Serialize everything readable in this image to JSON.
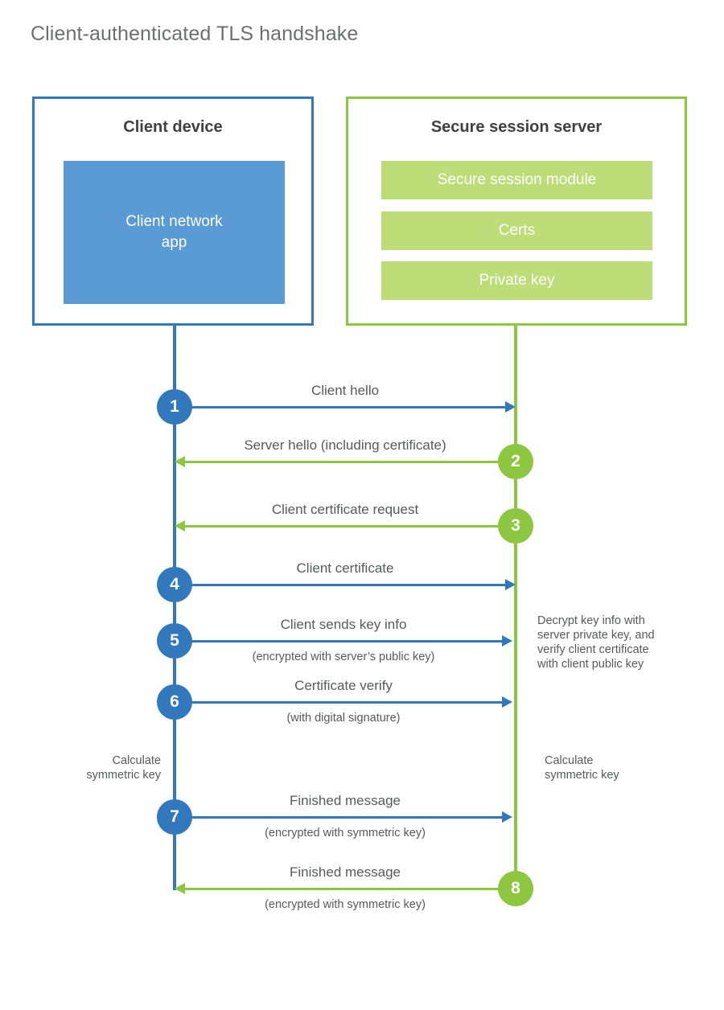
{
  "title": "Client-authenticated TLS handshake",
  "colors": {
    "client_accent": "#3178bd",
    "client_fill": "#5b9bd5",
    "server_accent": "#8dc63f",
    "server_fill": "#bddd78",
    "title_text": "#6d6e71",
    "body_text": "#58595b",
    "background": "#ffffff"
  },
  "client": {
    "title": "Client device",
    "app_label": "Client network\napp"
  },
  "server": {
    "title": "Secure session server",
    "components": [
      "Secure session module",
      "Certs",
      "Private key"
    ]
  },
  "steps": [
    {
      "number": "1",
      "direction": "client-to-server",
      "color": "blue",
      "label": "Client hello",
      "sub_label": ""
    },
    {
      "number": "2",
      "direction": "server-to-client",
      "color": "green",
      "label": "Server hello (including certificate)",
      "sub_label": ""
    },
    {
      "number": "3",
      "direction": "server-to-client",
      "color": "green",
      "label": "Client certificate request",
      "sub_label": ""
    },
    {
      "number": "4",
      "direction": "client-to-server",
      "color": "blue",
      "label": "Client certificate",
      "sub_label": ""
    },
    {
      "number": "5",
      "direction": "client-to-server",
      "color": "blue",
      "label": "Client sends key info",
      "sub_label": "(encrypted with server’s public key)"
    },
    {
      "number": "6",
      "direction": "client-to-server",
      "color": "blue",
      "label": "Certificate verify",
      "sub_label": "(with digital signature)"
    },
    {
      "number": "7",
      "direction": "client-to-server",
      "color": "blue",
      "label": "Finished message",
      "sub_label": "(encrypted with symmetric key)"
    },
    {
      "number": "8",
      "direction": "server-to-client",
      "color": "green",
      "label": "Finished message",
      "sub_label": "(encrypted with symmetric key)"
    }
  ],
  "notes": {
    "decrypt": "Decrypt key info with\nserver private key, and\nverify client certificate\nwith client public key",
    "calculate_client": "Calculate\nsymmetric key",
    "calculate_server": "Calculate\nsymmetric key"
  }
}
